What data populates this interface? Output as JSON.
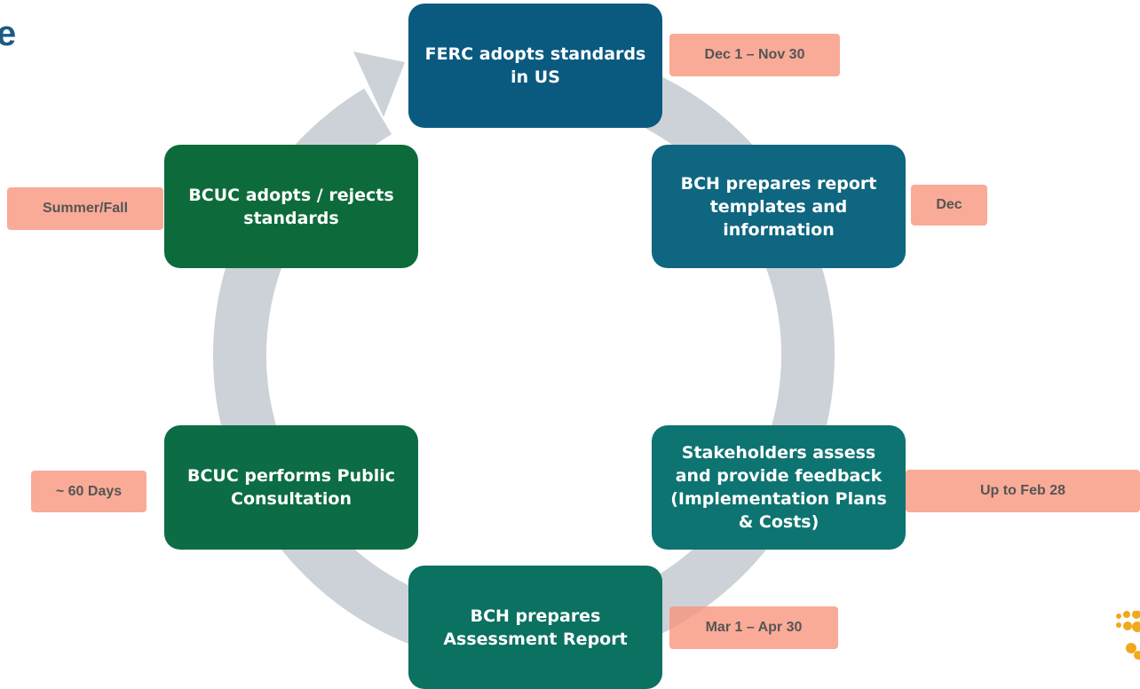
{
  "title_fragment": "e",
  "steps": [
    {
      "label": "FERC adopts standards in US",
      "color": "#0a5a80"
    },
    {
      "label": "BCH prepares report templates and information",
      "color": "#0f6680"
    },
    {
      "label": "Stakeholders assess and provide feedback (Implementation Plans & Costs)",
      "color": "#0d7472"
    },
    {
      "label": "BCH prepares Assessment Report",
      "color": "#0b7160"
    },
    {
      "label": "BCUC performs Public Consultation",
      "color": "#0c6c45"
    },
    {
      "label": "BCUC adopts / rejects standards",
      "color": "#0d6b3b"
    }
  ],
  "timing_tags": [
    {
      "label": "Dec 1 – Nov 30"
    },
    {
      "label": "Dec"
    },
    {
      "label": "Up to Feb 28"
    },
    {
      "label": "Mar 1 – Apr 30"
    },
    {
      "label": "~ 60 Days"
    },
    {
      "label": "Summer/Fall"
    }
  ],
  "colors": {
    "ring": "#cdd2d9",
    "tag": "#f7947a",
    "logo": "#f2a81d"
  }
}
